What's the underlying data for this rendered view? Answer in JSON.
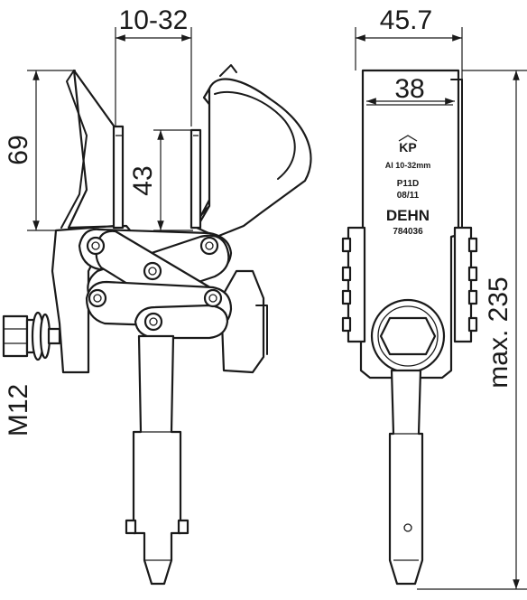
{
  "dimensions": {
    "clamp_range": "10-32",
    "width_overall": "45.7",
    "width_inner": "38",
    "height_jaw": "69",
    "height_opening": "43",
    "thread": "M12",
    "length_max": "max. 235"
  },
  "plate": {
    "logo": "KP",
    "range": "Al 10-32mm",
    "model": "P11D",
    "date": "08/11",
    "brand": "DEHN",
    "part_number": "784036"
  }
}
